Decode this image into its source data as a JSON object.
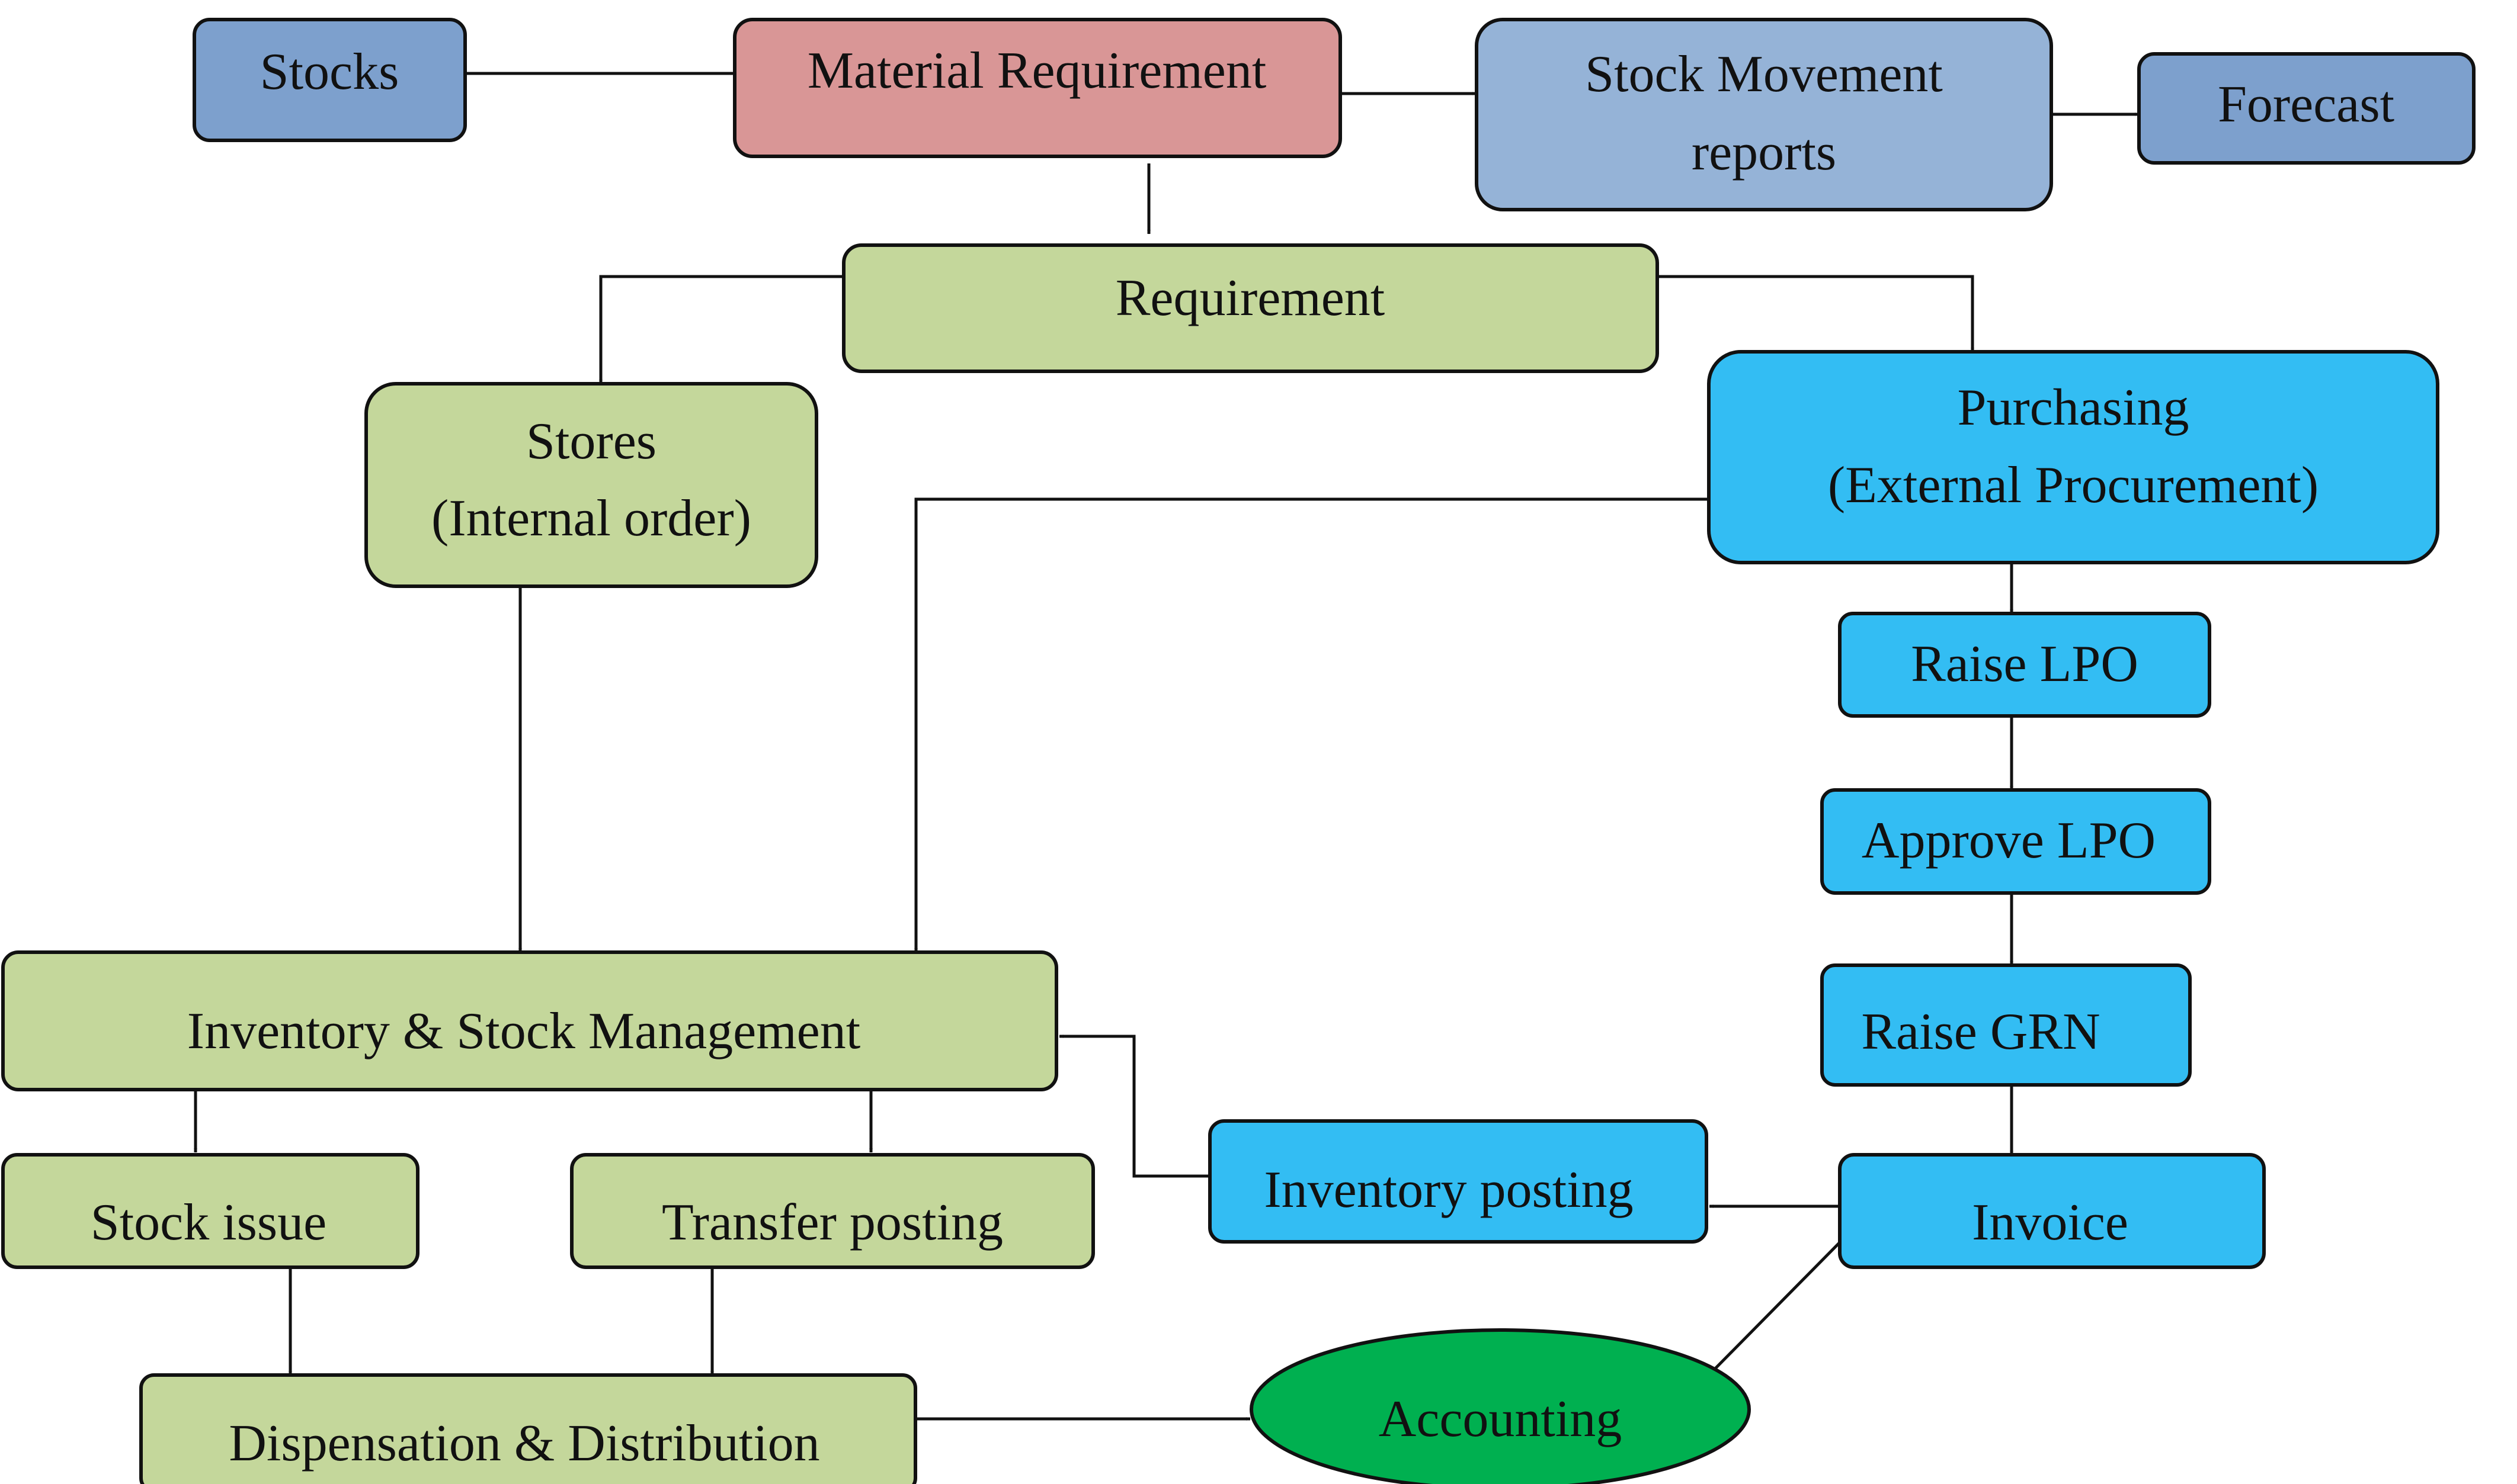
{
  "colors": {
    "blue_gray": "#7da0cd",
    "rose": "#d99696",
    "light_blue": "#95b3d7",
    "sage": "#c4d79b",
    "cyan": "#33bdf3",
    "green": "#00b050",
    "stroke": "#111111"
  },
  "nodes": {
    "stocks": {
      "lines": [
        "Stocks"
      ]
    },
    "material_requirement": {
      "lines": [
        "Material Requirement"
      ]
    },
    "stock_movement_reports": {
      "lines": [
        "Stock Movement",
        "reports"
      ]
    },
    "forecast": {
      "lines": [
        "Forecast"
      ]
    },
    "requirement": {
      "lines": [
        "Requirement"
      ]
    },
    "stores": {
      "lines": [
        "Stores",
        "(Internal order)"
      ]
    },
    "purchasing": {
      "lines": [
        "Purchasing",
        "(External Procurement)"
      ]
    },
    "raise_lpo": {
      "lines": [
        "Raise LPO"
      ]
    },
    "approve_lpo": {
      "lines": [
        "Approve LPO"
      ]
    },
    "raise_grn": {
      "lines": [
        "Raise GRN"
      ]
    },
    "inventory_stock_management": {
      "lines": [
        "Inventory & Stock Management"
      ]
    },
    "stock_issue": {
      "lines": [
        "Stock issue"
      ]
    },
    "transfer_posting": {
      "lines": [
        "Transfer posting"
      ]
    },
    "inventory_posting": {
      "lines": [
        "Inventory posting"
      ]
    },
    "invoice": {
      "lines": [
        "Invoice"
      ]
    },
    "dispensation_distribution": {
      "lines": [
        "Dispensation & Distribution"
      ]
    },
    "accounting": {
      "lines": [
        "Accounting"
      ]
    }
  },
  "edges": [
    [
      "stocks",
      "material_requirement"
    ],
    [
      "material_requirement",
      "stock_movement_reports"
    ],
    [
      "stock_movement_reports",
      "forecast"
    ],
    [
      "material_requirement",
      "requirement"
    ],
    [
      "requirement",
      "stores"
    ],
    [
      "requirement",
      "purchasing"
    ],
    [
      "purchasing",
      "inventory_stock_management"
    ],
    [
      "purchasing",
      "raise_lpo"
    ],
    [
      "raise_lpo",
      "approve_lpo"
    ],
    [
      "approve_lpo",
      "raise_grn"
    ],
    [
      "raise_grn",
      "invoice"
    ],
    [
      "stores",
      "inventory_stock_management"
    ],
    [
      "inventory_stock_management",
      "stock_issue"
    ],
    [
      "inventory_stock_management",
      "transfer_posting"
    ],
    [
      "invoice",
      "inventory_posting"
    ],
    [
      "inventory_posting",
      "inventory_stock_management"
    ],
    [
      "invoice",
      "accounting"
    ],
    [
      "stock_issue",
      "dispensation_distribution"
    ],
    [
      "transfer_posting",
      "dispensation_distribution"
    ],
    [
      "dispensation_distribution",
      "accounting"
    ]
  ]
}
